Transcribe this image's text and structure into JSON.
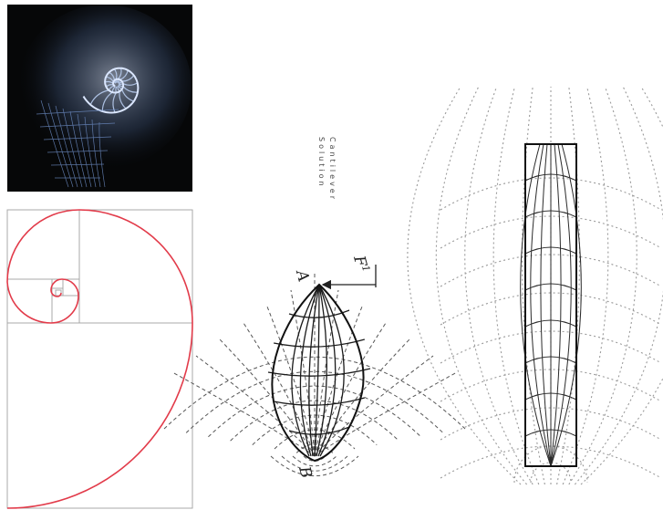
{
  "annotations": {
    "vertical_label_line1": "Cantilever",
    "vertical_label_line2": "Solution",
    "force_label": "F",
    "force_superscript": "1",
    "point_a_label": "A",
    "point_b_label": "B"
  },
  "colors": {
    "shell_background": "#060708",
    "shell_lines": "#b8cdf0",
    "golden_spiral": "#e23b4a",
    "golden_grid": "#a9a9a9",
    "ink": "#1a1a1a",
    "dashed": "#8a8a8a"
  }
}
